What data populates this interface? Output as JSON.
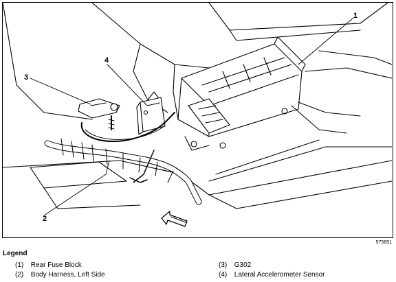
{
  "callouts": {
    "c1": "1",
    "c2": "2",
    "c3": "3",
    "c4": "4"
  },
  "figure_id": "575851",
  "legend": {
    "title": "Legend",
    "items": [
      {
        "num": "(1)",
        "label": "Rear Fuse Block"
      },
      {
        "num": "(2)",
        "label": "Body Harness, Left Side"
      },
      {
        "num": "(3)",
        "label": "G302"
      },
      {
        "num": "(4)",
        "label": "Lateral Accelerometer Sensor"
      }
    ]
  }
}
